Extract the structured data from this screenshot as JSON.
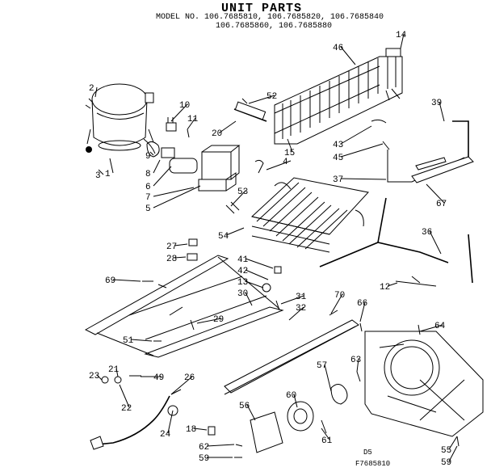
{
  "title": "UNIT PARTS",
  "models_line1": "MODEL NO. 106.7685810, 106.7685820, 106.7685840",
  "models_line2": "106.7685860, 106.7685880",
  "parts": [
    "2",
    "1",
    "3",
    "10",
    "11",
    "9",
    "8",
    "6",
    "7",
    "5",
    "52",
    "20",
    "15",
    "4",
    "53",
    "54",
    "46",
    "14",
    "39",
    "43",
    "45",
    "37",
    "67",
    "27",
    "28",
    "69",
    "41",
    "42",
    "13",
    "30",
    "31",
    "32",
    "29",
    "51",
    "70",
    "66",
    "36",
    "12",
    "64",
    "63",
    "23",
    "21",
    "22",
    "49",
    "26",
    "24",
    "18",
    "56",
    "60",
    "57",
    "61",
    "62",
    "59",
    "55",
    "59"
  ],
  "footer_code1": "D5",
  "footer_code2": "F7685810"
}
